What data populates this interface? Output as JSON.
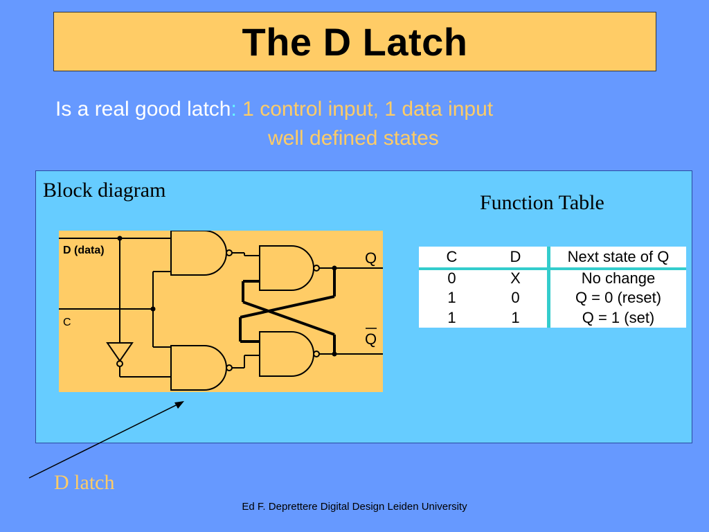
{
  "slide": {
    "title": "The D Latch",
    "subtitle_lead": "Is a real good latch",
    "subtitle_colon": ":",
    "subtitle_line1": " 1 control input, 1 data input",
    "subtitle_line2": "well defined states",
    "block_label": "Block diagram",
    "function_table_label": "Function Table",
    "latch_label": "D latch",
    "footer": "Ed F. Deprettere  Digital Design  Leiden University"
  },
  "circuit": {
    "input_d": "D (data)",
    "input_c": "C",
    "output_q": "Q",
    "output_qbar": "Q"
  },
  "function_table": {
    "headers": [
      "C",
      "D",
      "Next state of Q"
    ],
    "rows": [
      [
        "0",
        "X",
        "No change"
      ],
      [
        "1",
        "0",
        "Q = 0 (reset)"
      ],
      [
        "1",
        "1",
        "Q = 1 (set)"
      ]
    ]
  },
  "colors": {
    "background": "#6699ff",
    "title_box": "#ffcc66",
    "panel": "#66ccff",
    "highlight": "#ffcc66",
    "table_separator": "#33cccc"
  }
}
